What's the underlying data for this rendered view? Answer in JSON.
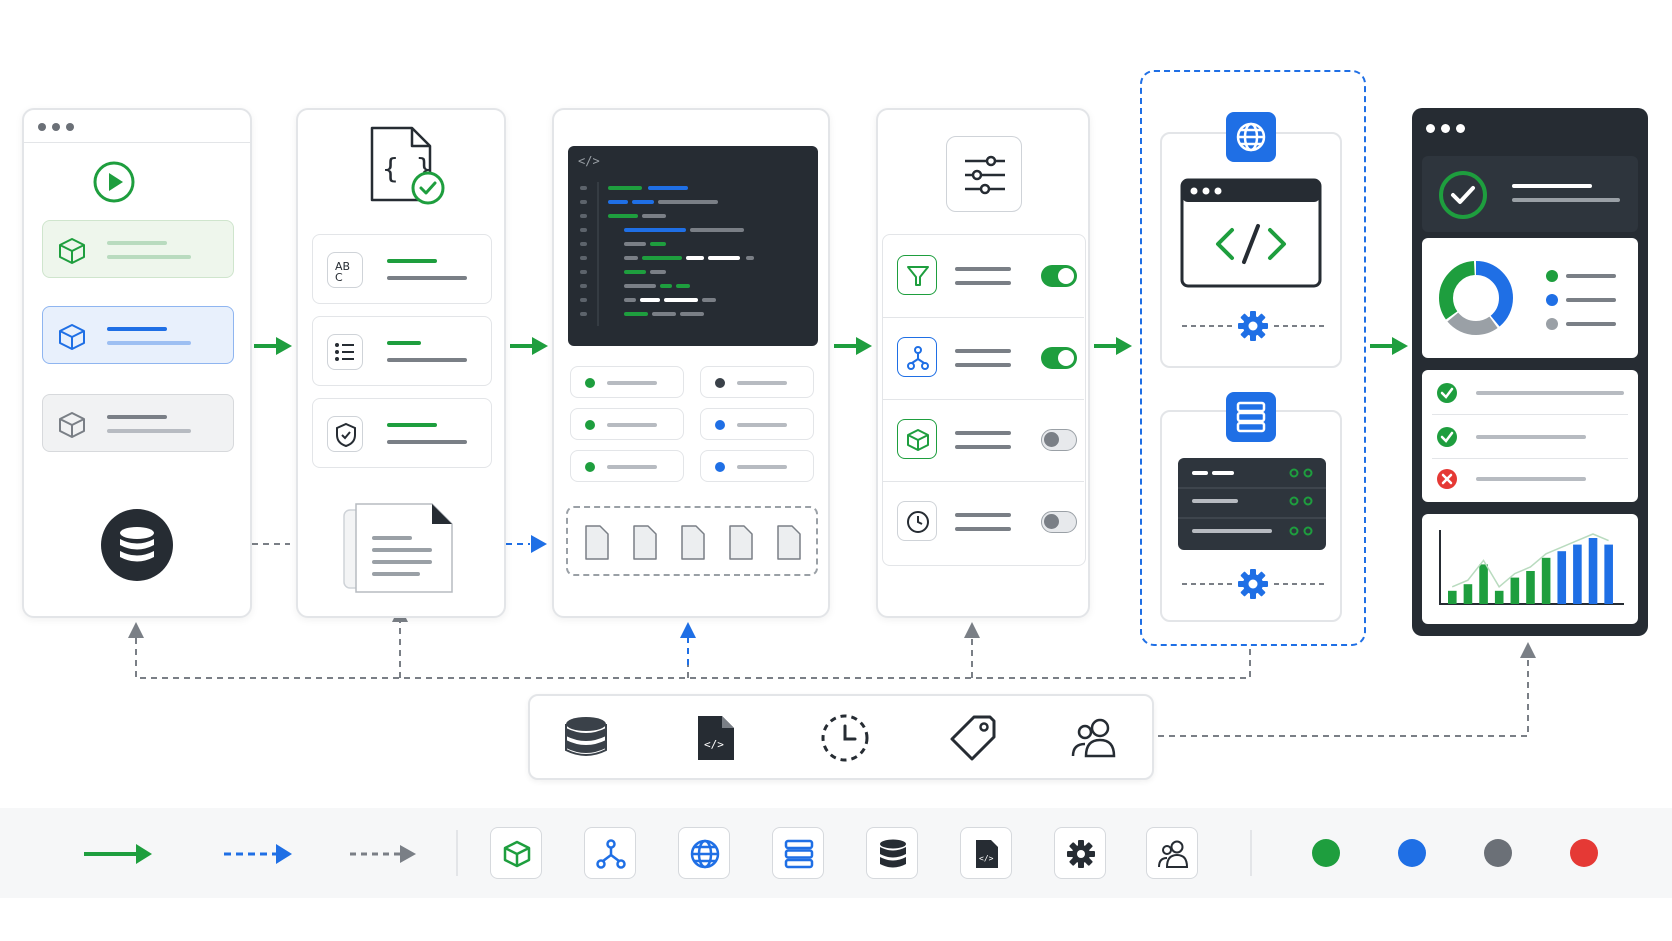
{
  "code_header_tag": "</>",
  "colors": {
    "green": "#1e9e3e",
    "blue": "#1f6fe5",
    "gray": "#6b7077",
    "red": "#e53935",
    "dark": "#262c33"
  },
  "panels": [
    {
      "id": "source",
      "icons": [
        "play-icon",
        "cube-icon",
        "database-icon"
      ]
    },
    {
      "id": "schema",
      "icons": [
        "json-file-icon",
        "text-icon",
        "list-icon",
        "shield-icon",
        "documents-icon"
      ]
    },
    {
      "id": "code",
      "icons": [
        "code-editor",
        "file-icon"
      ]
    },
    {
      "id": "config",
      "icons": [
        "sliders-icon",
        "filter-icon",
        "network-icon",
        "cube-icon",
        "clock-icon"
      ],
      "toggles": [
        true,
        true,
        false,
        false
      ]
    },
    {
      "id": "deploy",
      "icons": [
        "globe-icon",
        "code-icon",
        "gear-icon",
        "server-icon"
      ]
    },
    {
      "id": "dashboard",
      "icons": [
        "check-circle-icon",
        "donut-chart",
        "bar-chart"
      ]
    }
  ],
  "dashboard_checks": [
    "success",
    "success",
    "error"
  ],
  "donut": {
    "segments": [
      {
        "color": "#1f6fe5",
        "value": 40
      },
      {
        "color": "#9aa0a6",
        "value": 25
      },
      {
        "color": "#1e9e3e",
        "value": 35
      }
    ]
  },
  "bar_chart": {
    "values": [
      2,
      3,
      6,
      2,
      4,
      5,
      7,
      8,
      9,
      10,
      9
    ],
    "colors": [
      "#1e9e3e",
      "#1e9e3e",
      "#1e9e3e",
      "#1e9e3e",
      "#1e9e3e",
      "#1e9e3e",
      "#1e9e3e",
      "#1f6fe5",
      "#1f6fe5",
      "#1f6fe5",
      "#1f6fe5"
    ]
  },
  "resource_bar": {
    "icons": [
      "database-icon",
      "code-file-icon",
      "clock-icon",
      "tag-icon",
      "users-icon"
    ]
  },
  "legend": {
    "arrows": [
      "solid-green-arrow",
      "dashed-blue-arrow",
      "dashed-gray-arrow"
    ],
    "icons": [
      "cube-icon",
      "network-icon",
      "globe-icon",
      "server-icon",
      "database-icon",
      "code-file-icon",
      "gear-icon",
      "users-icon"
    ],
    "dots": [
      "#1e9e3e",
      "#1f6fe5",
      "#6b7077",
      "#e53935"
    ]
  }
}
